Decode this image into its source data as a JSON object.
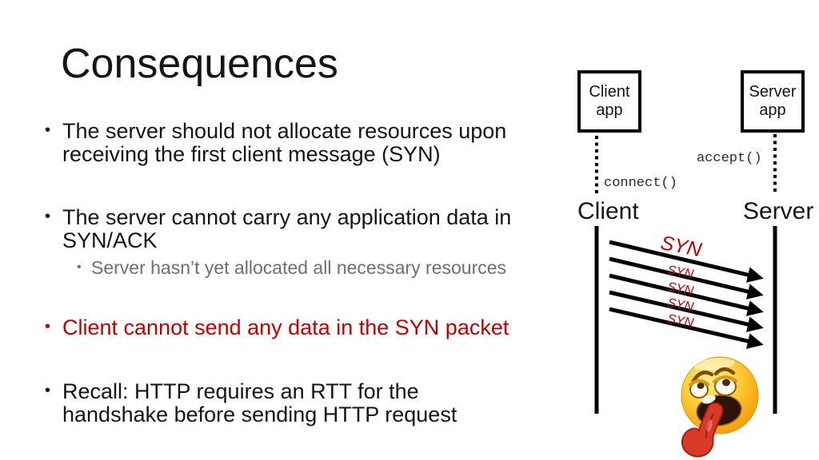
{
  "slide": {
    "title": "Consequences",
    "bullet_char": "•",
    "bullets": [
      {
        "lines": [
          "The server should not allocate resources upon",
          "receiving the first client message (SYN)"
        ]
      },
      {
        "lines": [
          "The server cannot carry any application data in",
          "SYN/ACK"
        ]
      },
      {
        "lines": [
          "Server hasn’t yet allocated all necessary resources"
        ]
      },
      {
        "lines": [
          "Client cannot send any data in the SYN packet"
        ]
      },
      {
        "lines": [
          "Recall: HTTP requires an RTT for the",
          "handshake before sending HTTP request"
        ]
      }
    ]
  },
  "diagram": {
    "client_box": {
      "line1": "Client",
      "line2": "app"
    },
    "server_box": {
      "line1": "Server",
      "line2": "app"
    },
    "connect_label": "connect()",
    "accept_label": "accept()",
    "client_label": "Client",
    "server_label": "Server",
    "syn_large": "SYN",
    "syn_small": [
      "SYN",
      "SYN",
      "SYN",
      "SYN"
    ],
    "emoji": "exhausted-face"
  },
  "colors": {
    "text": "#151515",
    "sub_bullet": "#6f6f6f",
    "accent_red": "#c00000",
    "line_black": "#000000"
  }
}
